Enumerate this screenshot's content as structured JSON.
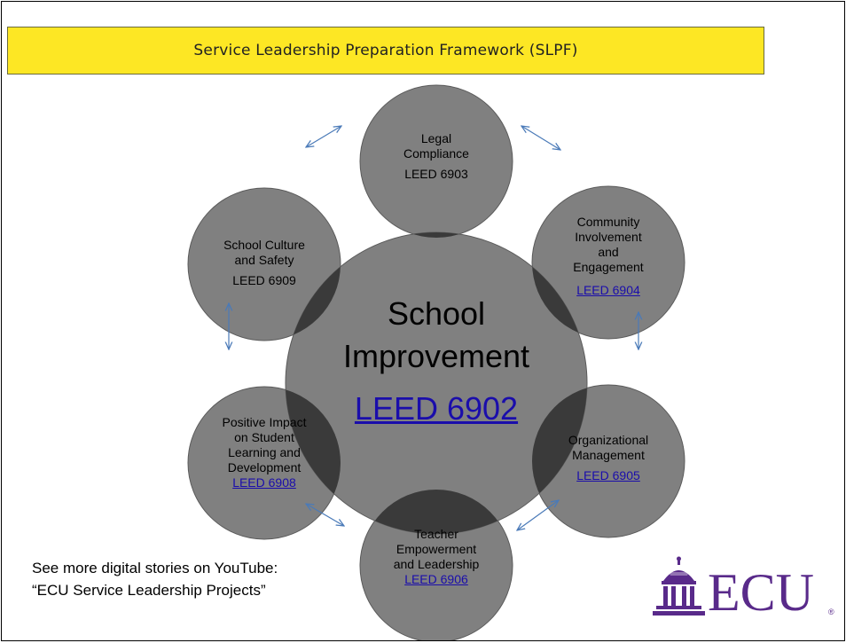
{
  "banner": {
    "title": "Service Leadership Preparation Framework (SLPF)"
  },
  "center": {
    "title_line1": "School",
    "title_line2": "Improvement",
    "code": "LEED 6902"
  },
  "nodes": {
    "legal": {
      "lines": [
        "Legal",
        "Compliance"
      ],
      "code": "LEED 6903",
      "code_is_link": false
    },
    "community": {
      "lines": [
        "Community",
        "Involvement",
        "and",
        "Engagement"
      ],
      "code": "LEED 6904",
      "code_is_link": true
    },
    "organizational": {
      "lines": [
        "Organizational",
        "Management"
      ],
      "code": "LEED 6905",
      "code_is_link": true
    },
    "teacher": {
      "lines": [
        "Teacher",
        "Empowerment",
        "and Leadership"
      ],
      "code": "LEED 6906",
      "code_is_link": true
    },
    "positive": {
      "lines": [
        "Positive Impact",
        "on Student",
        "Learning and",
        "Development"
      ],
      "code": "LEED 6908",
      "code_is_link": true
    },
    "culture": {
      "lines": [
        "School Culture",
        "and Safety"
      ],
      "code": "LEED 6909",
      "code_is_link": false
    }
  },
  "footer": {
    "note": "See more digital stories on YouTube: “ECU Service Leadership Projects”"
  },
  "logo": {
    "text": "ECU",
    "registered": "®"
  },
  "colors": {
    "banner": "#fde724",
    "circle_fill": "#808080",
    "circle_overlap": "#3a3a3a",
    "link": "#1a0dab",
    "arrow": "#4a7ab8",
    "logo_purple": "#592a8a"
  }
}
